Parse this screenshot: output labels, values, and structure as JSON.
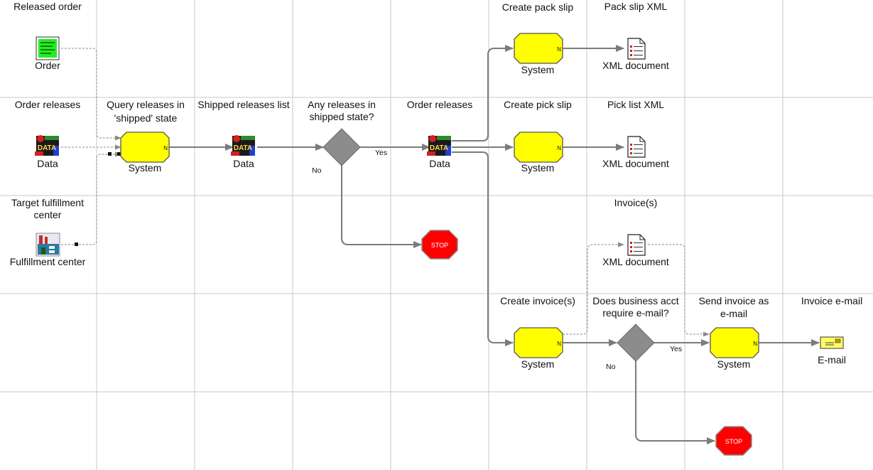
{
  "columns": {
    "released_order": "Released order",
    "order_releases_1": "Order releases",
    "target_fc_line1": "Target fulfillment",
    "target_fc_line2": "center",
    "query_line1": "Query releases in",
    "query_line2": "'shipped' state",
    "shipped_list": "Shipped releases list",
    "any_line1": "Any releases in",
    "any_line2": "shipped state?",
    "order_releases_2": "Order releases",
    "create_pack": "Create pack slip",
    "pack_xml": "Pack slip XML",
    "create_pick": "Create pick slip",
    "pick_xml": "Pick list XML",
    "invoices": "Invoice(s)",
    "create_invoice": "Create invoice(s)",
    "does_line1": "Does business acct",
    "does_line2": "require e-mail?",
    "send_line1": "Send invoice as",
    "send_line2": "e-mail",
    "invoice_email": "Invoice e-mail"
  },
  "nodes": {
    "order": "Order",
    "data_1": "Data",
    "fulfillment_center": "Fulfillment center",
    "system_query": "System",
    "data_shipped": "Data",
    "data_order": "Data",
    "system_pack": "System",
    "xml_pack": "XML document",
    "system_pick": "System",
    "xml_pick": "XML document",
    "xml_invoice": "XML document",
    "system_invoice": "System",
    "system_send": "System",
    "email": "E-mail"
  },
  "edges": {
    "yes_1": "Yes",
    "no_1": "No",
    "yes_2": "Yes",
    "no_2": "No"
  },
  "markers": {
    "process_corner": "N",
    "data_icon_text": "DATA",
    "stop": "STOP"
  },
  "colors": {
    "process_fill": "#ffff00",
    "decision_fill": "#8c8c8c",
    "stop_fill": "#ff0000",
    "grid": "#c8c8c8",
    "connector": "#7b7b7b"
  }
}
